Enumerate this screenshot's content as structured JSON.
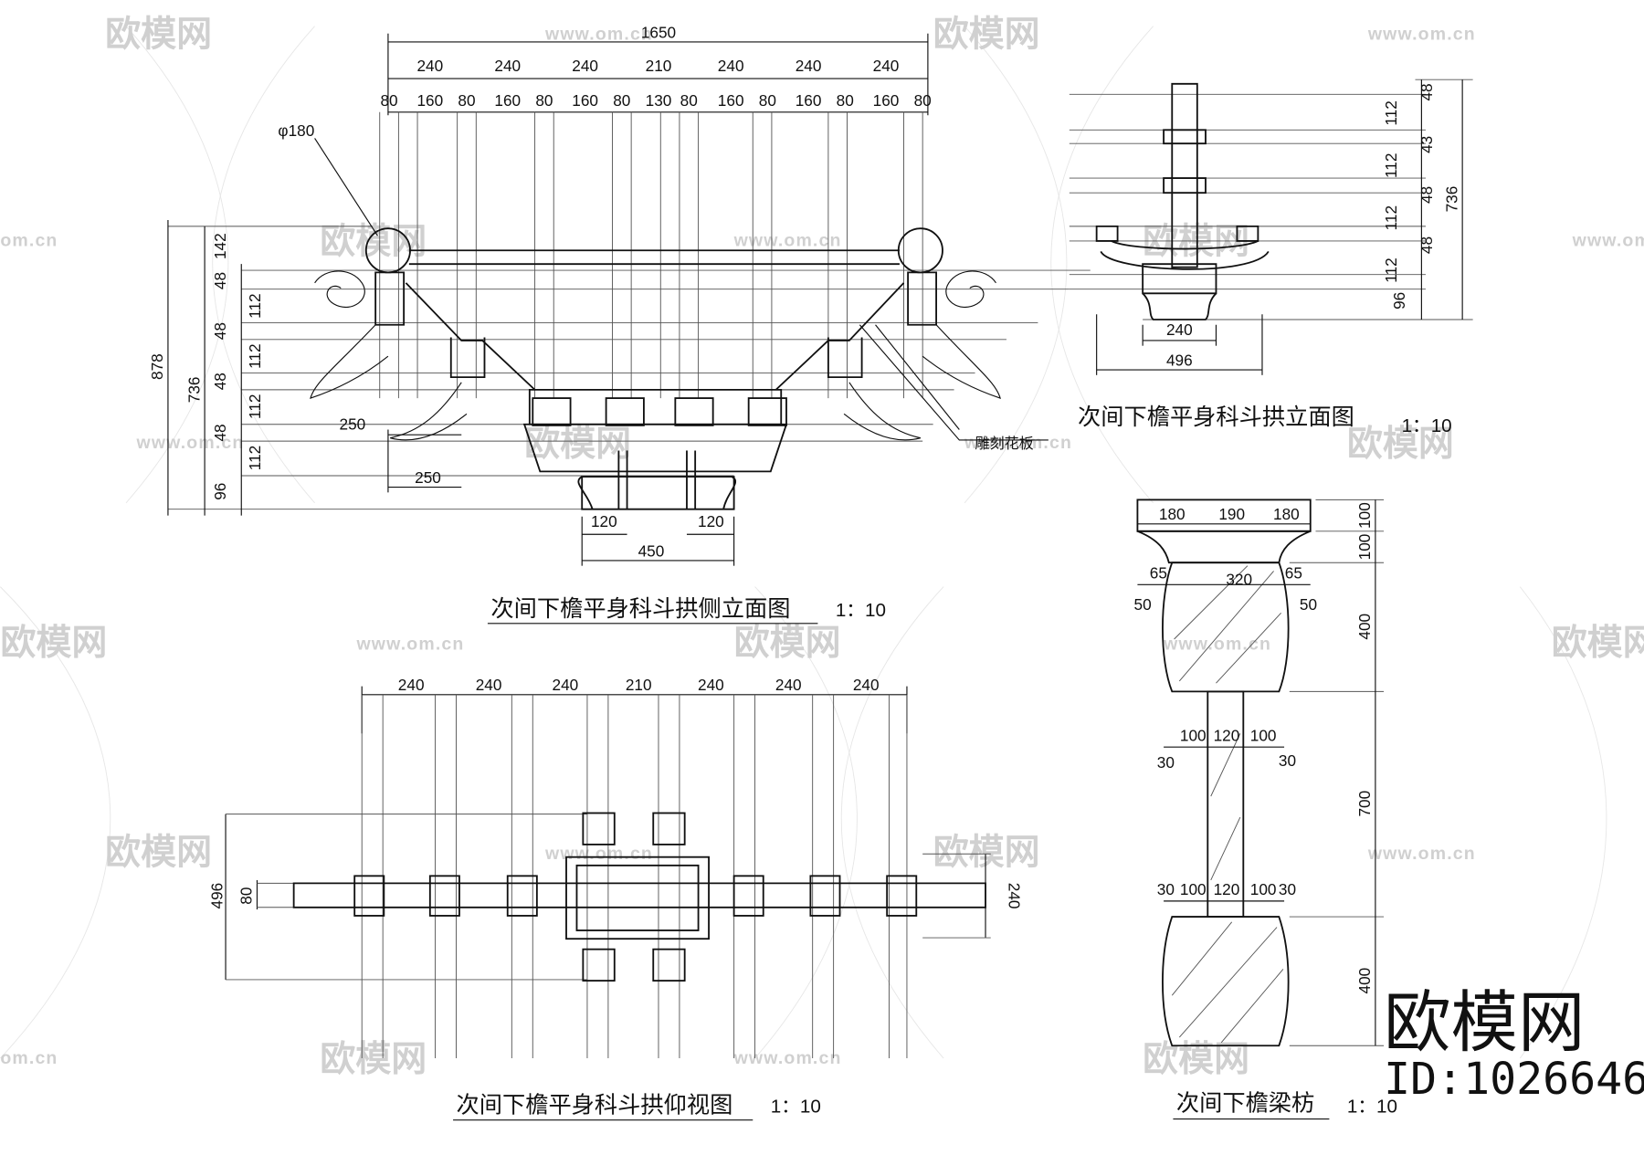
{
  "watermark": {
    "logo_text": "欧模网",
    "url_text": "www.om.cn",
    "url_short": "om.cn",
    "brand": "欧模网",
    "id": "ID:1026646"
  },
  "side_elevation": {
    "title": "次间下檐平身科斗拱侧立面图",
    "scale": "1：10",
    "total_width": "1650",
    "top_dims": [
      "240",
      "240",
      "240",
      "210",
      "240",
      "240",
      "240"
    ],
    "sub_dims": [
      "80",
      "160",
      "80",
      "160",
      "80",
      "160",
      "80",
      "130",
      "80",
      "160",
      "80",
      "160",
      "80",
      "160",
      "80"
    ],
    "diameter": "φ180",
    "left_outer": "878",
    "left_mid": "736",
    "left_col": [
      "142",
      "48",
      "112",
      "48",
      "112",
      "48",
      "112",
      "48",
      "112",
      "96"
    ],
    "dim_250_a": "250",
    "dim_250_b": "250",
    "bottom_120_left": "120",
    "bottom_120_right": "120",
    "bottom_450": "450",
    "carve_label": "雕刻花板"
  },
  "front_elevation": {
    "title": "次间下檐平身科斗拱立面图",
    "scale": "1：10",
    "right_col": [
      "48",
      "112",
      "43",
      "112",
      "48",
      "112",
      "48",
      "112",
      "96"
    ],
    "right_total": "736",
    "dim_240": "240",
    "dim_496": "496"
  },
  "bottom_view": {
    "title": "次间下檐平身科斗拱仰视图",
    "scale": "1：10",
    "top_dims": [
      "240",
      "240",
      "240",
      "210",
      "240",
      "240",
      "240"
    ],
    "left_496": "496",
    "left_80": "80",
    "right_240": "240"
  },
  "beam": {
    "title": "次间下檐梁枋",
    "scale": "1：10",
    "top_row": [
      "180",
      "190",
      "180"
    ],
    "right_col": [
      "100",
      "100",
      "400",
      "700",
      "400"
    ],
    "d65_left": "65",
    "d320": "320",
    "d65_right": "65",
    "d50_left": "50",
    "d50_right": "50",
    "mid_row_1": [
      "100",
      "120",
      "100"
    ],
    "side_30_a": "30",
    "side_30_b": "30",
    "mid_row_2": [
      "30",
      "100",
      "120",
      "100",
      "30"
    ]
  }
}
